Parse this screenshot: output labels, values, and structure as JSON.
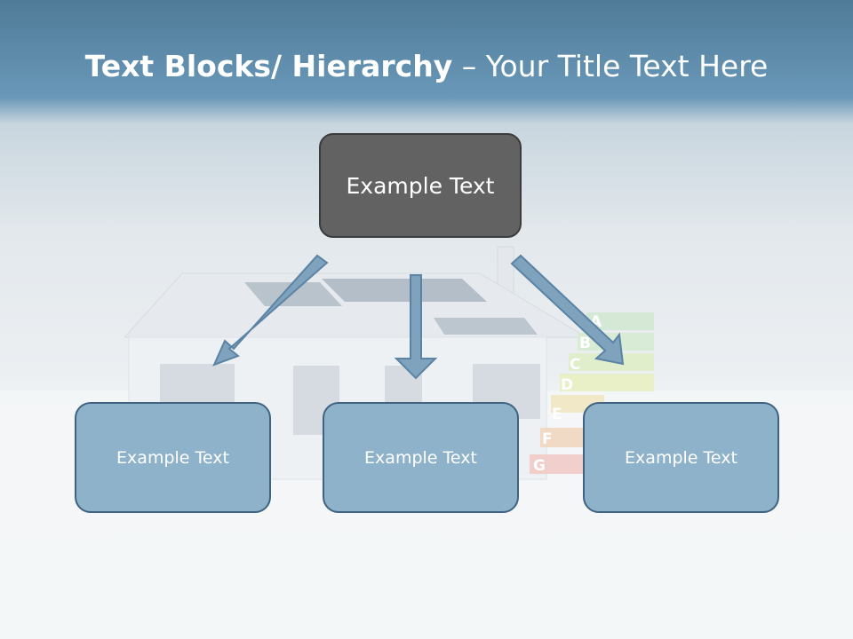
{
  "title": {
    "bold": "Text Blocks/ Hierarchy",
    "separator": "–",
    "rest": "Your Title Text Here"
  },
  "diagram": {
    "top_label": "Example Text",
    "children": [
      {
        "label": "Example Text"
      },
      {
        "label": "Example Text"
      },
      {
        "label": "Example Text"
      }
    ]
  },
  "background": {
    "energy_labels": [
      "A",
      "B",
      "C",
      "D",
      "E",
      "F",
      "G"
    ]
  },
  "colors": {
    "top_box_fill": "#626262",
    "child_box_fill": "#8fb2cb",
    "child_box_border": "#3f6380",
    "arrow_fill": "#7fa2bd",
    "arrow_stroke": "#5b83a4"
  }
}
